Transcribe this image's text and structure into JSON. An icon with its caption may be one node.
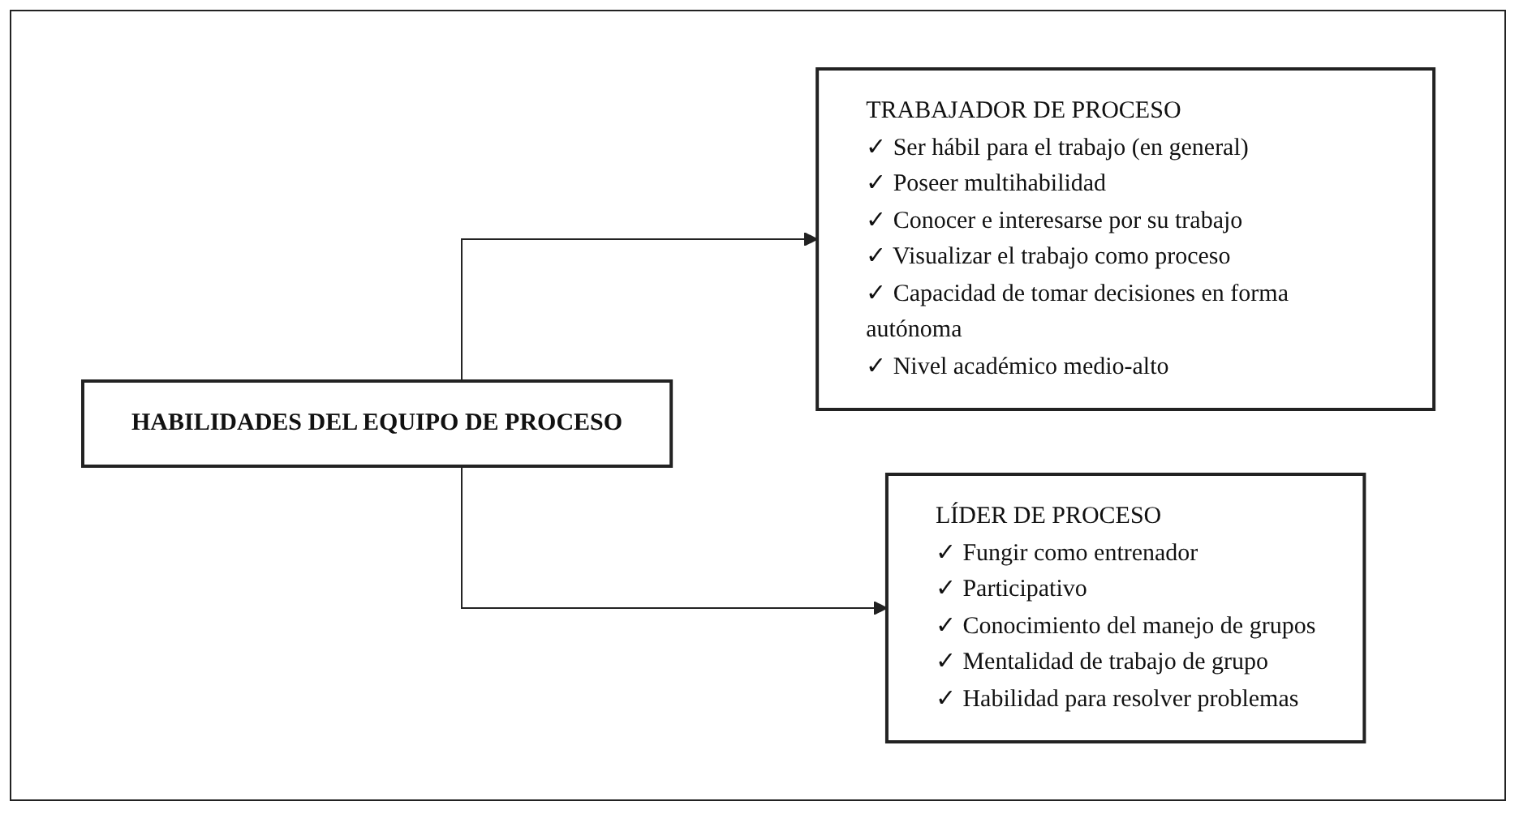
{
  "diagram": {
    "nodes": [
      {
        "text": [
          "HABILIDADES DEL EQUIPO DE PROCESO"
        ]
      },
      {
        "text": [
          "TRABAJADOR DE PROCESO",
          "✓ Ser hábil para el trabajo (en general)",
          "✓ Poseer multihabilidad",
          "✓ Conocer e interesarse por su trabajo",
          "✓ Visualizar el trabajo como proceso",
          "✓ Capacidad de tomar decisiones en forma autónoma",
          "✓ Nivel académico medio-alto"
        ]
      },
      {
        "text": [
          "LÍDER DE PROCESO",
          "✓ Fungir como entrenador",
          "✓ Participativo",
          "✓ Conocimiento del manejo de grupos",
          "✓ Mentalidad de trabajo de grupo",
          "✓ Habilidad para resolver problemas"
        ]
      }
    ],
    "edges": [
      {
        "from": 0,
        "to": 1,
        "arrow": "to"
      },
      {
        "from": 0,
        "to": 2,
        "arrow": "to"
      }
    ]
  }
}
